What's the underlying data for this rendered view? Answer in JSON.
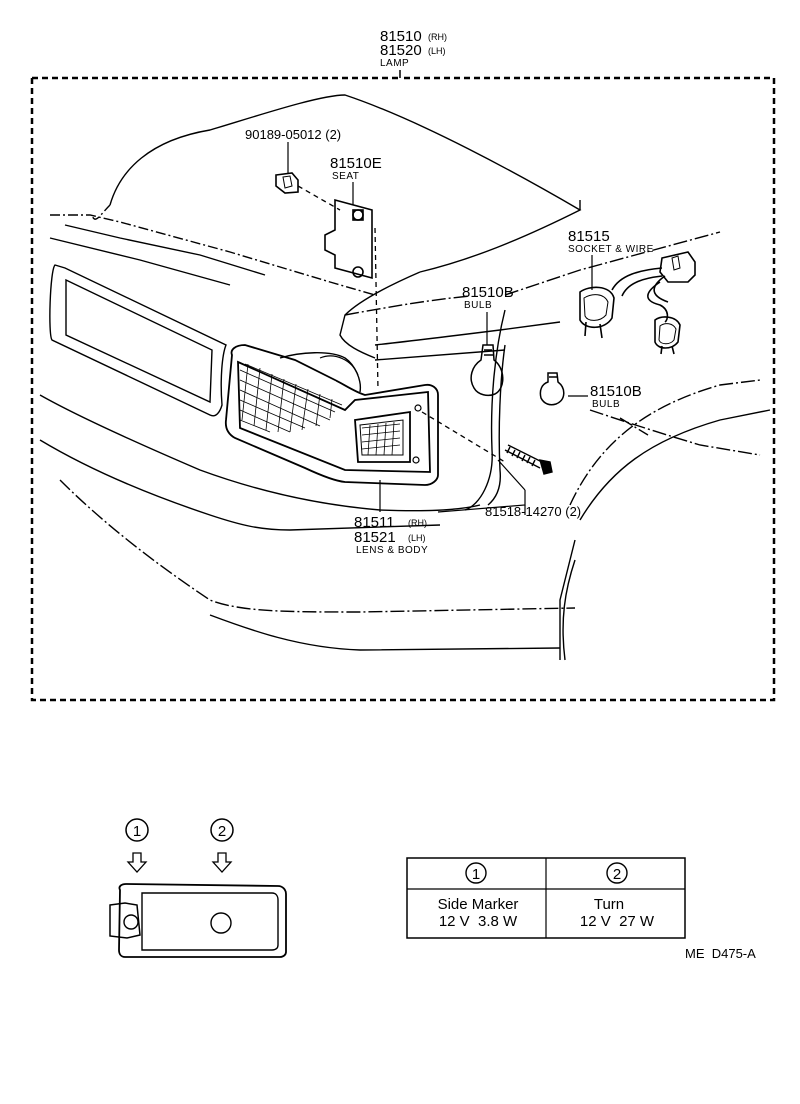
{
  "lamp": {
    "pn_rh": "81510",
    "pn_lh": "81520",
    "rh": "(RH)",
    "lh": "(LH)",
    "name": "LAMP"
  },
  "clip": {
    "pn": "90189-05012 (2)"
  },
  "seat": {
    "pn": "81510E",
    "name": "SEAT"
  },
  "socket": {
    "pn": "81515",
    "name": "SOCKET & WIRE"
  },
  "bulb_upper": {
    "pn": "81510B",
    "name": "BULB"
  },
  "bulb_lower": {
    "pn": "81510B",
    "name": "BULB"
  },
  "lens": {
    "pn_rh": "81511",
    "pn_lh": "81521",
    "rh": "(RH)",
    "lh": "(LH)",
    "name": "LENS & BODY"
  },
  "screw": {
    "pn": "81518-14270 (2)"
  },
  "callouts": {
    "one": "1",
    "two": "2"
  },
  "table": {
    "col1": {
      "num": "1",
      "name": "Side Marker",
      "spec": "12 V  3.8 W"
    },
    "col2": {
      "num": "2",
      "name": "Turn",
      "spec": "12 V  27 W"
    }
  },
  "code": "ME  D475-A"
}
